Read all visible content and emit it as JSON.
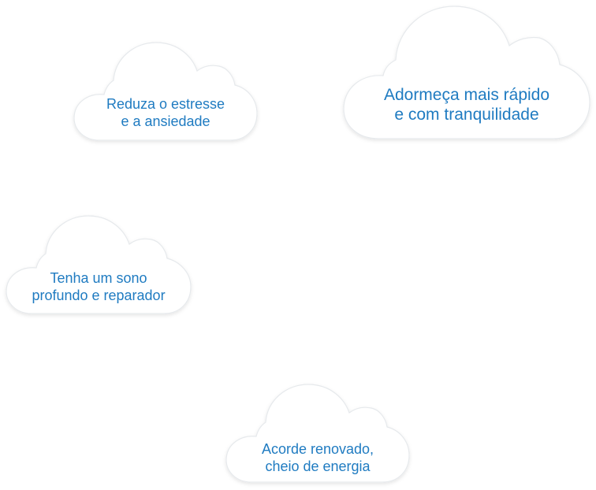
{
  "clouds": [
    {
      "line1": "Reduza o estresse",
      "line2": "e a ansiedade"
    },
    {
      "line1": "Adormeça mais rápido",
      "line2": "e com tranquilidade"
    },
    {
      "line1": "Tenha um sono",
      "line2": "profundo e reparador"
    },
    {
      "line1": "Acorde renovado,",
      "line2": "cheio de energia"
    }
  ],
  "colors": {
    "text": "#1f7bc1",
    "cloud_fill": "#ffffff",
    "cloud_outline": "#e6e9ec"
  }
}
